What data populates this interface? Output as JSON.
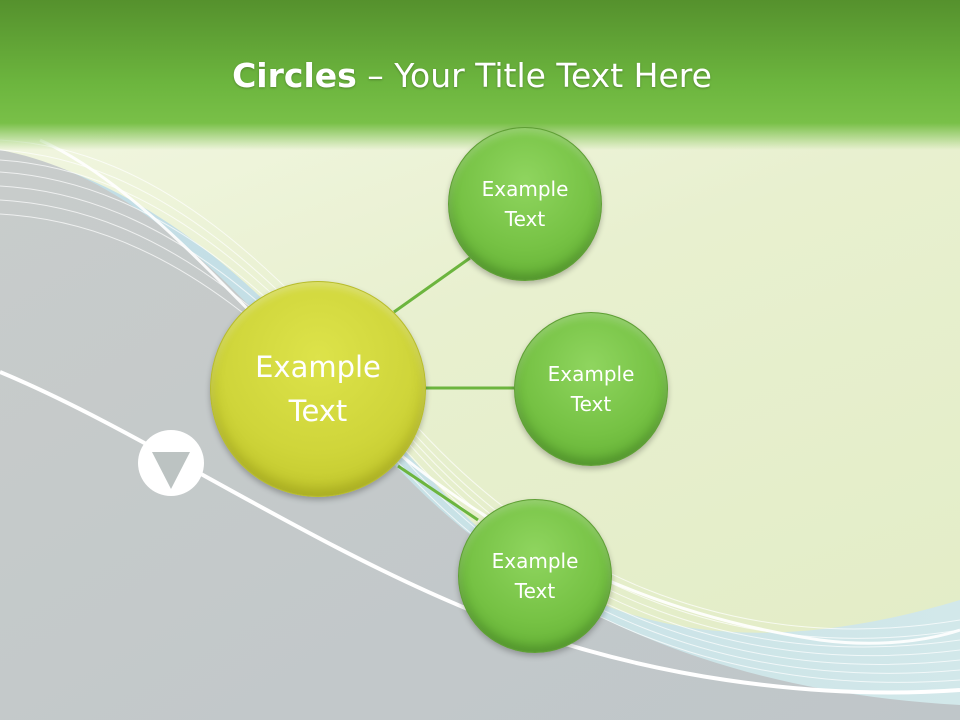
{
  "slide": {
    "title_bold": "Circles",
    "title_rest": " – Your Title Text Here",
    "center_circle": {
      "label": "Example\nText",
      "color": "#cfd53a"
    },
    "outer_circles": [
      {
        "label": "Example\nText",
        "color": "#76c244"
      },
      {
        "label": "Example\nText",
        "color": "#76c244"
      },
      {
        "label": "Example\nText",
        "color": "#76c244"
      }
    ],
    "marker_icon": "triangle-down-icon",
    "colors": {
      "title_bar": "#6cb53e",
      "connector": "#6cb53e",
      "background": "#e8f0cf"
    }
  }
}
